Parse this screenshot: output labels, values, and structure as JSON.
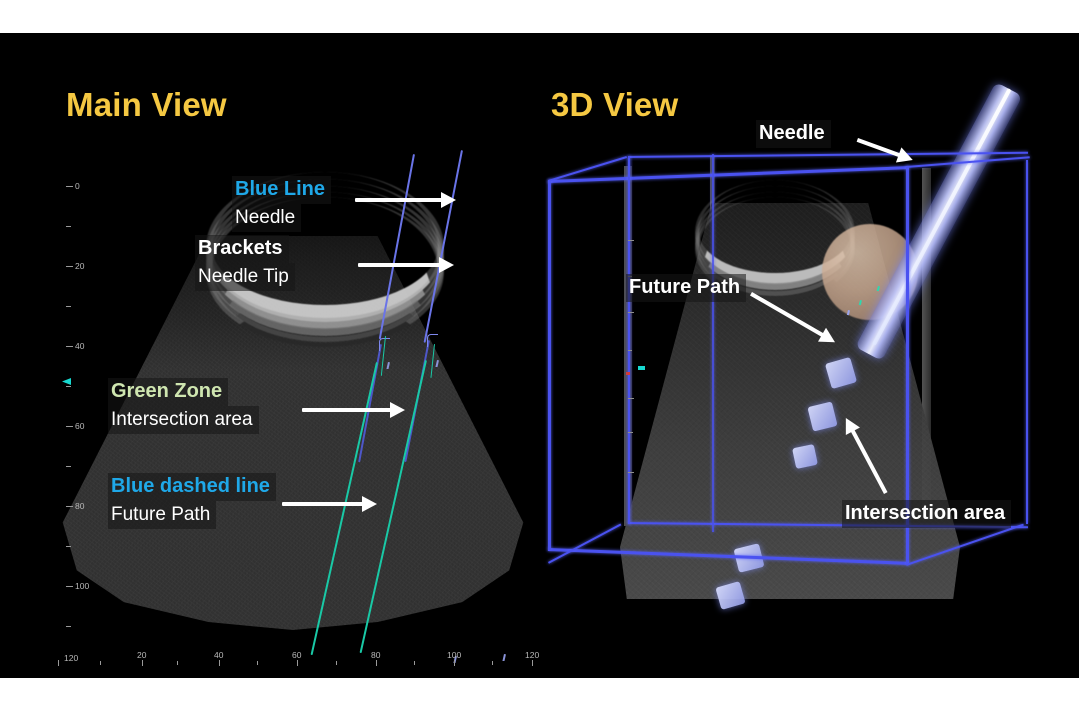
{
  "figure": {
    "background_color": "#000000",
    "page_color": "#ffffff",
    "title_color": "#F5C842"
  },
  "panels": {
    "main": {
      "title": "Main View",
      "axes": {
        "vertical_ticks": [
          "0",
          "20",
          "40",
          "60",
          "80",
          "100",
          "120"
        ],
        "horizontal_ticks": [
          "20",
          "40",
          "60",
          "80",
          "100",
          "120"
        ],
        "corner_label": "120",
        "tick_color": "#b9b9b9"
      },
      "callouts": [
        {
          "key": "Blue Line",
          "key_color": "#1FA8E8",
          "sub": "Needle"
        },
        {
          "key": "Brackets",
          "key_color": "#ffffff",
          "sub": "Needle Tip"
        },
        {
          "key": "Green Zone",
          "key_color": "#CFE6B0",
          "sub": "Intersection area"
        },
        {
          "key": "Blue dashed line",
          "key_color": "#1FA8E8",
          "sub": "Future Path"
        }
      ]
    },
    "three_d": {
      "title": "3D View",
      "callouts": [
        {
          "label": "Needle"
        },
        {
          "label": "Future Path"
        },
        {
          "label": "Intersection area"
        }
      ],
      "colors": {
        "box_wireframe": "#4a52f0",
        "needle": "#A8AEEC",
        "target_sphere": "#C8A890",
        "intersection_path": "#2fd7ae"
      }
    }
  }
}
